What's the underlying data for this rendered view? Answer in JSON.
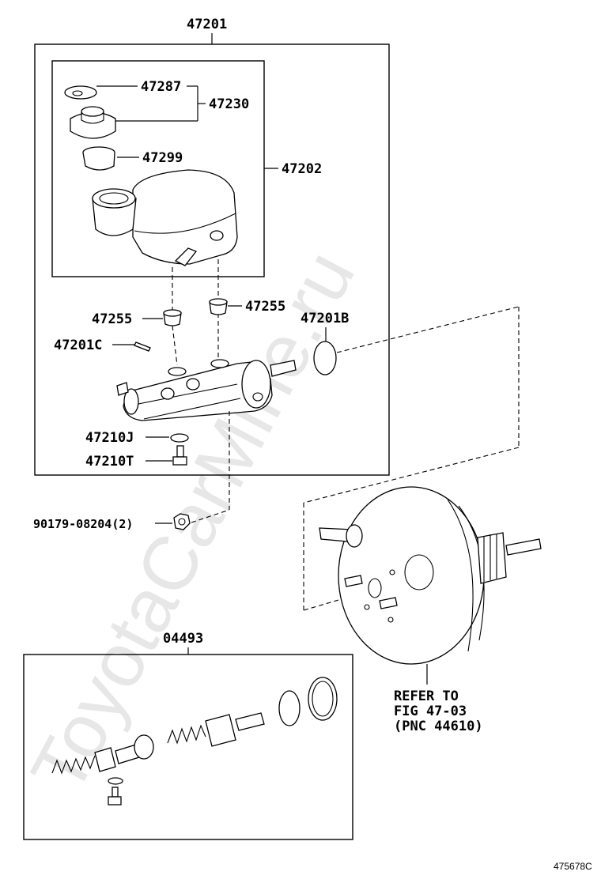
{
  "watermark": "ToyotaCarMine.ru",
  "figure_code": "475678C",
  "labels": {
    "assy_top": "47201",
    "cap_gasket": "47287",
    "cap_assy": "47230",
    "strainer": "47299",
    "reservoir": "47202",
    "grommet_right": "47255",
    "grommet_left": "47255",
    "oring": "47201B",
    "pin": "47201C",
    "bleeder_cap": "47210J",
    "bleeder_plug": "47210T",
    "nut": "90179-08204(2)",
    "kit": "04493"
  },
  "refer": {
    "line1": "REFER TO",
    "line2": "FIG 47-03",
    "line3": "(PNC 44610)"
  }
}
